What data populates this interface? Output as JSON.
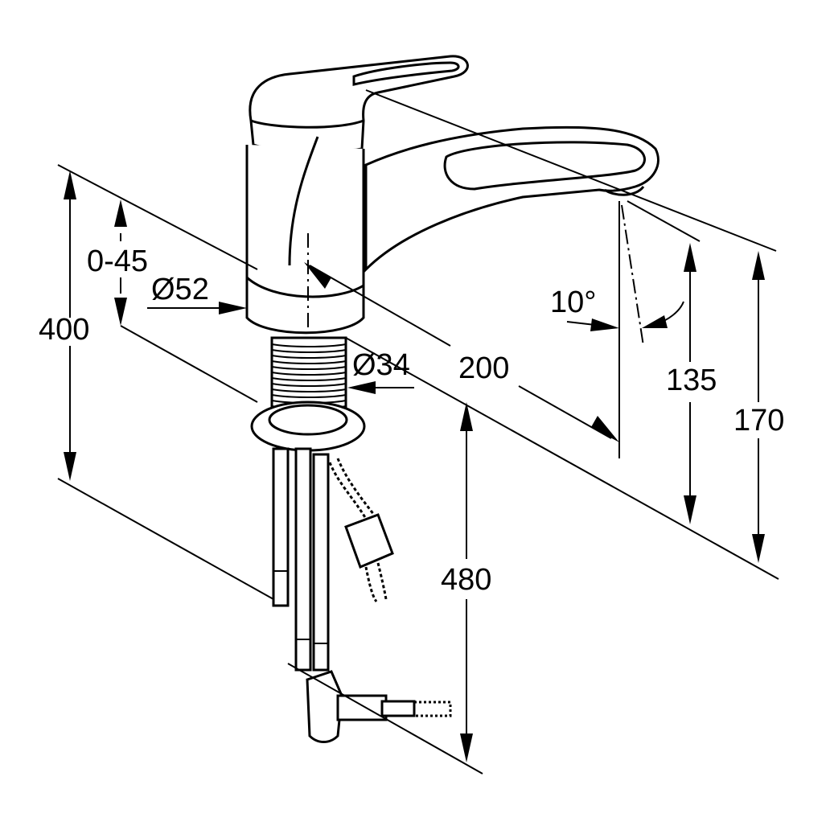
{
  "dimensions": {
    "height_total": "400",
    "deck_thickness": "0-45",
    "body_diameter": "Ø52",
    "shank_diameter": "Ø34",
    "spout_reach": "200",
    "spout_angle": "10°",
    "spout_height": "135",
    "overall_height": "170",
    "hose_length": "480"
  }
}
